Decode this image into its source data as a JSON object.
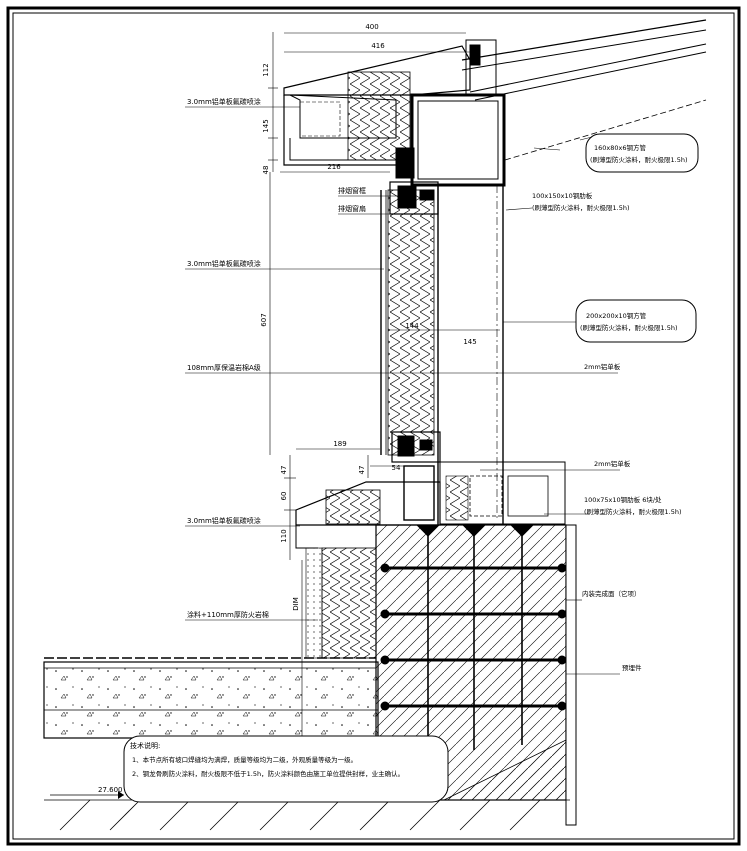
{
  "dimensions": {
    "top_400": "400",
    "top_416": "416",
    "left_112": "112",
    "left_145": "145",
    "left_48": "48",
    "mid_216": "216",
    "left_607": "607",
    "col_145": "145",
    "col_144": "144",
    "base_189": "189",
    "left_47": "47",
    "left_60": "60",
    "left_110": "110",
    "inner_47": "47",
    "inner_54": "54",
    "bottom_dim": "DIM"
  },
  "labels": {
    "panel_top": "3.0mm铝单板氟碳喷涂",
    "smoke_frame": "排烟窗框",
    "smoke_sash": "排烟窗扇",
    "panel_mid": "3.0mm铝单板氟碳喷涂",
    "insulation": "108mm厚保温岩棉A级",
    "panel_low": "3.0mm铝单板氟碳喷涂",
    "fire_rock": "涂料+110mm厚防火岩棉",
    "steel_tube_top_1": "160x80x6钢方管",
    "steel_tube_top_2": "(刷薄型防火涂料，耐火极限1.5h)",
    "rib_plate_1": "100x150x10钢肋板",
    "rib_plate_2": "(刷薄型防火涂料，耐火极限1.5h)",
    "steel_tube_main_1": "200x200x10钢方管",
    "steel_tube_main_2": "(刷薄型防火涂料，耐火极限1.5h)",
    "al_panel_2mm": "2mm铝单板",
    "al_panel_2mm_b": "2mm铝单板",
    "rib_plate_b_1": "100x75x10钢肋板 6块/处",
    "rib_plate_b_2": "(刷薄型防火涂料，耐火极限1.5h)",
    "finish_face": "内装完成面（它项）",
    "embed": "预埋件",
    "elevation": "27.600"
  },
  "notes": {
    "title": "技术说明:",
    "line1": "1、本节点所有坡口焊缝均为满焊，质量等级均为二级，外观质量等级为一级。",
    "line2": "2、钢龙骨刷防火涂料，耐火极限不低于1.5h，防火涂料颜色由施工单位提供封样，业主确认。"
  },
  "colors": {
    "line": "#000000",
    "background": "#ffffff"
  }
}
